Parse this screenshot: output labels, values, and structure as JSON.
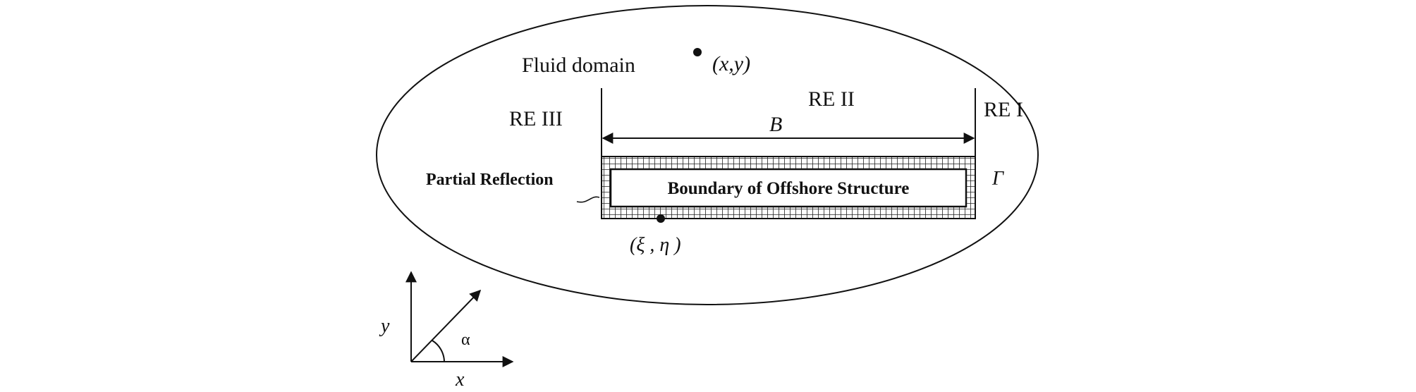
{
  "labels": {
    "fluid_domain": "Fluid domain",
    "field_point": "(x,y)",
    "region_1": "RE I",
    "region_2": "RE II",
    "region_3": "RE III",
    "width": "B",
    "partial_reflection": "Partial Reflection",
    "structure": "Boundary of Offshore Structure",
    "boundary": "Γ",
    "source_point": "(ξ , η )",
    "axis_x": "x",
    "axis_y": "y",
    "angle": "α"
  }
}
